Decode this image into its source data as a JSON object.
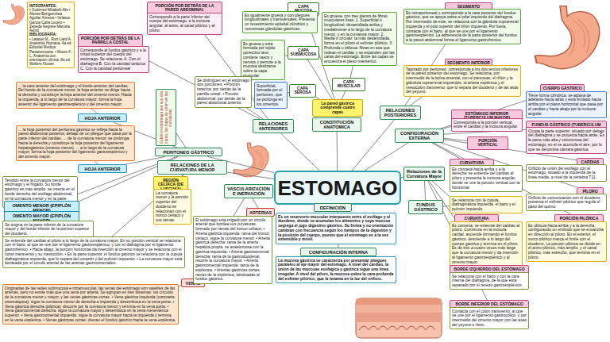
{
  "diagram": {
    "nodes": [
      {
        "text": [
          "INTEGRANTES:",
          "• Gutiérrez Mirabelli Alis • Alonso Bengoechea Aguilar Ximena • Velasco García Carla Lucero • Zepeda Negrete Marcela Astrid",
          "BIBLIOGRAFÍA:",
          "• Latarjet M., Ruiz Liard A. Anatomía Humana. 4a ed. Editorial Médica Panamericana. • Moore K. L. Anatomía con orientación clínica. 8a ed. Wolters Kluwer."
        ]
      },
      {
        "text": [
          "PORCIÓN POR DETRÁS DE LA PARED ABDOMINAL"
        ]
      },
      {
        "text": [
          "Corresponde a la parte inferior del cuerpo del estómago, a la incisura angular, al antro, al canal pilórico y al píloro."
        ]
      },
      {
        "text": [
          "PORCIÓN POR DETRÁS DE LA PARRILLA COSTAL"
        ]
      },
      {
        "text": [
          "Corresponde al fundus gástrico y a la mitad superior del cuerpo del estómago. Se relaciona: A. Con el diafragma B. Con la cavidad torácica C. Con la cavidad peritoneal"
        ]
      },
      {
        "text": [
          "... la cara anterior del estómago y el borde anterior del cardias. Del borde de la curvatura menor, la hoja anterior se dirige hacia la derecha y constituye la hoja anterior del omento menor. Hacia la izquierda, a lo largo de la curvatura mayor, forma la hoja anterior del ligamento gastroesplénico y del omento mayor."
        ]
      },
      {
        "text": [
          "HOJA ANTERIOR"
        ]
      },
      {
        "text": [
          "... la hoja posterior del peritoneo gástrico se refleja hacia la pared abdominal posterior, debajo de un pliegue que pasa por la parte inferior del cardias. ... de la curvatura menor, se prolonga hacia la derecha y constituye la hoja posterior del ligamento hepatogástrico (omento menor). ... a lo largo de la curvatura mayor, forma la hoja posterior del ligamento gastroesplénico y del omento mayor."
        ]
      },
      {
        "text": [
          "HOJA ANTERIOR"
        ]
      },
      {
        "text": [
          "Tendido entre la curvatura menor del estómago y el hígado. Su borde gástrico es más amplio; se inserta en el borde derecho del esófago abdominal, en la curvatura menor y en la parte superior del duodeno."
        ]
      },
      {
        "text": [
          "OMENTO MENOR (EPIPLÓN MENOR)"
        ]
      },
      {
        "text": [
          "OMENTO MAYOR (EPIPLÓN MAYOR)"
        ]
      },
      {
        "text": [
          "Se origina en la parte inferior de la curvatura mayor y del borde inferior de la porción superior del duodeno."
        ]
      },
      {
        "text": [
          "PERITONEO GÁSTRICO"
        ]
      },
      {
        "text": [
          "RELACIONES DE LA CURVATURA MENOR"
        ]
      },
      {
        "text": [
          "Cubre el estómago por sus dos caras; las hojas se unen en las curvaturas."
        ]
      },
      {
        "text": [
          "REGIÓN CELÍACA (DE LUSCHKA)"
        ]
      },
      {
        "text": [
          "La curvatura menor y la porción superior del duodeno se relacionan con el tronco celíaco y sus ramas."
        ]
      },
      {
        "text": [
          "Se extiende del cardias al píloro a lo largo de la curvatura mayor. En su porción vertical se relaciona con el bazo, al que se une por el ligamento gastroesplénico, y con el diafragma por el ligamento gastrofrénico. • Hacia abajo, la porción horizontal da inserción al omento mayor y se relaciona con el colon transverso y su mesocolon. • En la parte superior, el fundus gástrico se relaciona con la cúpula diafragmática izquierda, que lo separa del corazón y del pulmón izquierdo. • La curvatura mayor está bordeada por el círculo arterial de las arterias gastroomentales."
        ]
      },
      {
        "text": [
          "VENAS"
        ]
      },
      {
        "text": [
          "Originadas de las redes submucosa e intramuscular, las venas del estómago son satélites de las arterias, pero no existe más que una vena por arteria. Se agrupan en tres sistemas: los círculos de la curvatura menor y mayor, y las venas gástricas cortas. • Vena gástrica izquierda (coronaria estomáquica): sigue la curvatura menor de derecha a izquierda y desemboca en la vena porta. • Vena gástrica derecha (pilórica): discurre por la curvatura menor y termina en la vena porta. • Vena gastroomental derecha: sigue la curvatura mayor y desemboca en la vena mesentérica superior. • Vena gastroomental izquierda: sigue la curvatura mayor hacia la izquierda y termina en la vena esplénica. • Venas gástricas cortas: drenan el fundus gástrico hacia la vena esplénica."
        ]
      },
      {
        "text": [
          "ARTERIAS"
        ]
      },
      {
        "text": [
          "El estómago está irrigado por un círculo arterial que bordea sus curvaturas, formado por ramas del tronco celíaco. • Arteria gástrica izquierda: rama del tronco celíaco, sigue la curvatura menor. • Arteria gástrica derecha: rama de la arteria hepática propia, se anastomosa con la gástrica izquierda. • Arteria gastroomental derecha: rama de la gastroduodenal, recorre la curvatura mayor. • Arteria gastroomental izquierda: rama de la esplénica. • Arterias gástricas cortas: ramas de la esplénica, destinadas al fundus gástrico."
        ]
      },
      {
        "text": [
          "VASCULARIZACIÓN E INERVACIÓN"
        ]
      },
      {
        "text": [
          "ESTOMAGO"
        ]
      },
      {
        "text": [
          "DEFINICIÓN"
        ]
      },
      {
        "text": [
          "Es un reservorio muscular interpuesto entre el esófago y el duodeno, donde se acumulan los alimentos y cuya mucosa segrega el jugo digestivo gástrico. Su forma y su orientación cambian con frecuencia según los tiempos de la digestión y la posición del cuerpo, puesto que el estómago es a la vez extensible y móvil."
        ]
      },
      {
        "text": [
          "CONFIGURACIÓN INTERNA"
        ]
      },
      {
        "text": [
          "La mucosa gástrica se caracteriza por presentar pliegues paralelos al eje mayor del estómago. A nivel del cardias, la unión de las mucosas esofágica y gástrica sigue una línea irregular. A nivel del píloro, la mucosa cubre la cara profunda del esfínter pilórico, que la levanta en la luz del orificio."
        ]
      },
      {
        "text": [
          "RELACIONES ANTERIORES"
        ]
      },
      {
        "text": [
          "CONSTITUCIÓN ANATOMICA"
        ]
      },
      {
        "text": [
          "La pared gástrica comprende cuatro capas"
        ]
      },
      {
        "text": [
          "CAPA MUCOSA"
        ]
      },
      {
        "text": [
          "Es igualmente gruesa y con pliegues longitudinales y transversales. Presenta un revestimiento epitelial cilíndrico y numerosas glándulas gástricas."
        ]
      },
      {
        "text": [
          "CAPA SUBMUCOSA"
        ]
      },
      {
        "text": [
          "Es gruesa y está formada por tejido conectivo laxo; contiene vasos y nervios y permite a la mucosa deslizarse sobre la capa muscular."
        ]
      },
      {
        "text": [
          "Se distinguen en el estómago dos porciones: • Porción torácica: por detrás de la parrilla costal. • Porción abdominal: por detrás de la pared abdominal anterior."
        ]
      },
      {
        "text": [
          "CAPA SEROSA"
        ]
      },
      {
        "text": [
          "Superficial, formada por el peritoneo, que se prolonga en los omentos."
        ]
      },
      {
        "text": [
          "CAPA MUSCULAR"
        ]
      },
      {
        "text": [
          "Es gruesa, con tres planos de fibras musculares lisas: 1. Superficial o longitudinal: desarrollada arriba y medialmente a lo largo de la curvatura menor, y en la curvatura mayor. 2. Media o circular: la más desarrollada, forma en el píloro el esfínter pilórico. 3. Profunda u oblicua: fibras en asa que rodean el cardias y se expanden por las caras del estómago. Entre las capas se encuentra el plexo mientérico."
        ]
      },
      {
        "text": [
          "RELACIONES POSTERIORES"
        ]
      },
      {
        "text": [
          "SEGMENTO SUPERIOR"
        ]
      },
      {
        "text": [
          "Es retroperitoneal y corresponde a la cara posterior del fundus gástrico, que se apoya sobre el pilar izquierdo del diafragma. Por intermedio de este, se relaciona con la glándula suprarrenal izquierda y el polo superior del riñón izquierdo. Por fuera, contacta con el bazo, al que se une por el ligamento gastroesplénico. La adherencia de la parte posterior del fundus a la pared abdominal forma el ligamento gastrofrénico."
        ]
      },
      {
        "text": [
          "SEGMENTO INFERIOR"
        ]
      },
      {
        "text": [
          "Tapizado por peritoneo, corresponde a los dos tercios inferiores de la pared posterior del estómago. Se relaciona, por intermedio de la bolsa omental, con el páncreas, el riñón y la glándula suprarrenal izquierdos, la arteria esplénica y el mesocolon transverso, que lo separa del duodeno y de las asas del yeyuno."
        ]
      },
      {
        "text": [
          "CONFIGURACIÓN EXTERNA"
        ]
      },
      {
        "text": [
          "ESTÓMAGO INFERIOR (TUBERCULUM MAYOR)"
        ]
      },
      {
        "text": [
          "Corresponde a la porción vertical, entre el cardias y la incisura angular."
        ]
      },
      {
        "text": [
          "PORCIÓN VERTICAL"
        ]
      },
      {
        "text": [
          "CUERPO GÁSTRICO"
        ]
      },
      {
        "text": [
          "Tiene forma cilíndrica, se aplana de adelante hacia atrás y está limitado hacia arriba por el plano horizontal que pasa por el cardias y hacia abajo por la incisura angular."
        ]
      },
      {
        "text": [
          "FUNDUS GÁSTRICO (TUBERCULUM MAYOR)"
        ]
      },
      {
        "text": [
          "Ocupa la parte superior, situado por debajo del diafragma y se proyecta hacia atrás. Es la parte más alta y voluminosa del estómago; en él se acumula el aire, por lo que se denomina cámara gástrica."
        ]
      },
      {
        "text": [
          "CARDIAS"
        ]
      },
      {
        "text": [
          "Orificio de unión del esófago con el estómago, situado a la izquierda de la línea media, a nivel de la vértebra T11."
        ]
      },
      {
        "text": [
          "PÍLORO"
        ]
      },
      {
        "text": [
          "Orificio de comunicación con el duodeno; presenta el esfínter pilórico que regula el paso del quimo."
        ]
      },
      {
        "text": [
          "PORCIÓN PILÓRICA"
        ]
      },
      {
        "text": [
          "Es oblicua hacia arriba y a la derecha, configurando un embudo que se ensancha en dirección al píloro. En el exterior, el surco pilórico marca el límite con el duodeno. La porción pilórica se divide en el antro pilórico, más amplio, y el canal pilórico, más estrecho, que termina en el píloro."
        ]
      },
      {
        "text": [
          "CURVATURA MENOR"
        ]
      },
      {
        "text": [
          "Es cóncava hacia arriba y a la derecha; se extiende del cardias al píloro y presenta la incisura angular, donde se une la porción vertical con la horizontal."
        ]
      },
      {
        "text": [
          "Relaciones de la Curvatura Mayor"
        ]
      },
      {
        "text": [
          "FUNDUS GÁSTRICO"
        ]
      },
      {
        "text": [
          "Se relaciona con la cúpula diafragmática izquierda, el bazo y el pulmón izquierdo."
        ]
      },
      {
        "text": [
          "CURVATURA MAYOR"
        ]
      },
      {
        "text": [
          "Es convexa, se extiende del cardias al píloro. Comienza en la incisura cardial, asciende formando el fundus gástrico, desciende a lo largo del cuerpo gástrico y termina en el píloro. Es de tres a cuatro veces más larga que la curvatura menor y da inserción al ligamento gastroesplénico y al omento mayor."
        ]
      },
      {
        "text": [
          "BORDE IZQUIERDO DEL ESTÓMAGO"
        ]
      },
      {
        "text": [
          "Se relaciona con el bazo y con la cara interna del diafragma, de la que está separado por el receso gastroesplénico."
        ]
      },
      {
        "text": [
          "BORDE INFERIOR DEL ESTÓMAGO"
        ]
      },
      {
        "text": [
          "Contacta con el colon transverso, al que se une por el ligamento gastrocólico, y por intermedio del omento mayor con las asas del yeyuno e íleon."
        ]
      }
    ],
    "edges": [
      {
        "from": 24,
        "to": 29,
        "arrow": "none"
      },
      {
        "from": 24,
        "to": 30,
        "arrow": "none"
      },
      {
        "from": 24,
        "to": 41,
        "arrow": "none"
      },
      {
        "from": 24,
        "to": 46,
        "arrow": "none"
      },
      {
        "from": 24,
        "to": 62,
        "arrow": "none"
      },
      {
        "from": 24,
        "to": 25,
        "arrow": "none"
      },
      {
        "from": 24,
        "to": 23,
        "arrow": "none"
      },
      {
        "from": 24,
        "to": 14,
        "arrow": "none"
      },
      {
        "from": 24,
        "to": 13,
        "arrow": "none"
      },
      {
        "from": 30,
        "to": 31,
        "arrow": "none"
      },
      {
        "from": 31,
        "to": 32,
        "arrow": "none"
      },
      {
        "from": 31,
        "to": 34,
        "arrow": "none"
      },
      {
        "from": 31,
        "to": 37,
        "arrow": "none"
      },
      {
        "from": 31,
        "to": 39,
        "arrow": "none"
      },
      {
        "from": 32,
        "to": 33,
        "arrow": "none"
      },
      {
        "from": 34,
        "to": 35,
        "arrow": "none"
      },
      {
        "from": 37,
        "to": 38,
        "arrow": "none"
      },
      {
        "from": 39,
        "to": 40,
        "arrow": "none"
      },
      {
        "from": 29,
        "to": 36,
        "arrow": "none"
      },
      {
        "from": 29,
        "to": 1,
        "arrow": "none"
      },
      {
        "from": 29,
        "to": 3,
        "arrow": "none"
      },
      {
        "from": 1,
        "to": 2,
        "arrow": "none"
      },
      {
        "from": 3,
        "to": 4,
        "arrow": "none"
      },
      {
        "from": 41,
        "to": 42,
        "arrow": "none"
      },
      {
        "from": 41,
        "to": 44,
        "arrow": "none"
      },
      {
        "from": 42,
        "to": 43,
        "arrow": "none"
      },
      {
        "from": 44,
        "to": 45,
        "arrow": "none"
      },
      {
        "from": 46,
        "to": 47,
        "arrow": "none"
      },
      {
        "from": 46,
        "to": 49,
        "arrow": "none"
      },
      {
        "from": 46,
        "to": 50,
        "arrow": "none"
      },
      {
        "from": 46,
        "to": 52,
        "arrow": "none"
      },
      {
        "from": 46,
        "to": 54,
        "arrow": "none"
      },
      {
        "from": 46,
        "to": 56,
        "arrow": "none"
      },
      {
        "from": 46,
        "to": 58,
        "arrow": "none"
      },
      {
        "from": 46,
        "to": 60,
        "arrow": "none"
      },
      {
        "from": 47,
        "to": 48,
        "arrow": "none"
      },
      {
        "from": 50,
        "to": 51,
        "arrow": "none"
      },
      {
        "from": 52,
        "to": 53,
        "arrow": "none"
      },
      {
        "from": 54,
        "to": 55,
        "arrow": "none"
      },
      {
        "from": 56,
        "to": 57,
        "arrow": "none"
      },
      {
        "from": 58,
        "to": 59,
        "arrow": "none"
      },
      {
        "from": 60,
        "to": 61,
        "arrow": "none"
      },
      {
        "from": 62,
        "to": 63,
        "arrow": "none"
      },
      {
        "from": 62,
        "to": 65,
        "arrow": "none"
      },
      {
        "from": 62,
        "to": 67,
        "arrow": "none"
      },
      {
        "from": 62,
        "to": 69,
        "arrow": "none"
      },
      {
        "from": 63,
        "to": 64,
        "arrow": "none"
      },
      {
        "from": 65,
        "to": 66,
        "arrow": "none"
      },
      {
        "from": 67,
        "to": 68,
        "arrow": "none"
      },
      {
        "from": 69,
        "to": 70,
        "arrow": "none"
      },
      {
        "from": 25,
        "to": 26,
        "arrow": "none"
      },
      {
        "from": 24,
        "to": 27,
        "arrow": "none"
      },
      {
        "from": 27,
        "to": 28,
        "arrow": "none"
      },
      {
        "from": 23,
        "to": 21,
        "arrow": "none"
      },
      {
        "from": 23,
        "to": 19,
        "arrow": "none"
      },
      {
        "from": 21,
        "to": 22,
        "arrow": "none"
      },
      {
        "from": 19,
        "to": 20,
        "arrow": "none"
      },
      {
        "from": 14,
        "to": 16,
        "arrow": "none"
      },
      {
        "from": 16,
        "to": 17,
        "arrow": "none"
      },
      {
        "from": 14,
        "to": 18,
        "arrow": "none"
      },
      {
        "from": 13,
        "to": 15,
        "arrow": "none"
      },
      {
        "from": 13,
        "to": 6,
        "arrow": "none"
      },
      {
        "from": 13,
        "to": 8,
        "arrow": "none"
      },
      {
        "from": 13,
        "to": 10,
        "arrow": "none"
      },
      {
        "from": 13,
        "to": 11,
        "arrow": "none"
      },
      {
        "from": 6,
        "to": 5,
        "arrow": "none"
      },
      {
        "from": 8,
        "to": 7,
        "arrow": "none"
      },
      {
        "from": 10,
        "to": 9,
        "arrow": "none"
      },
      {
        "from": 11,
        "to": 12,
        "arrow": "none"
      }
    ]
  }
}
